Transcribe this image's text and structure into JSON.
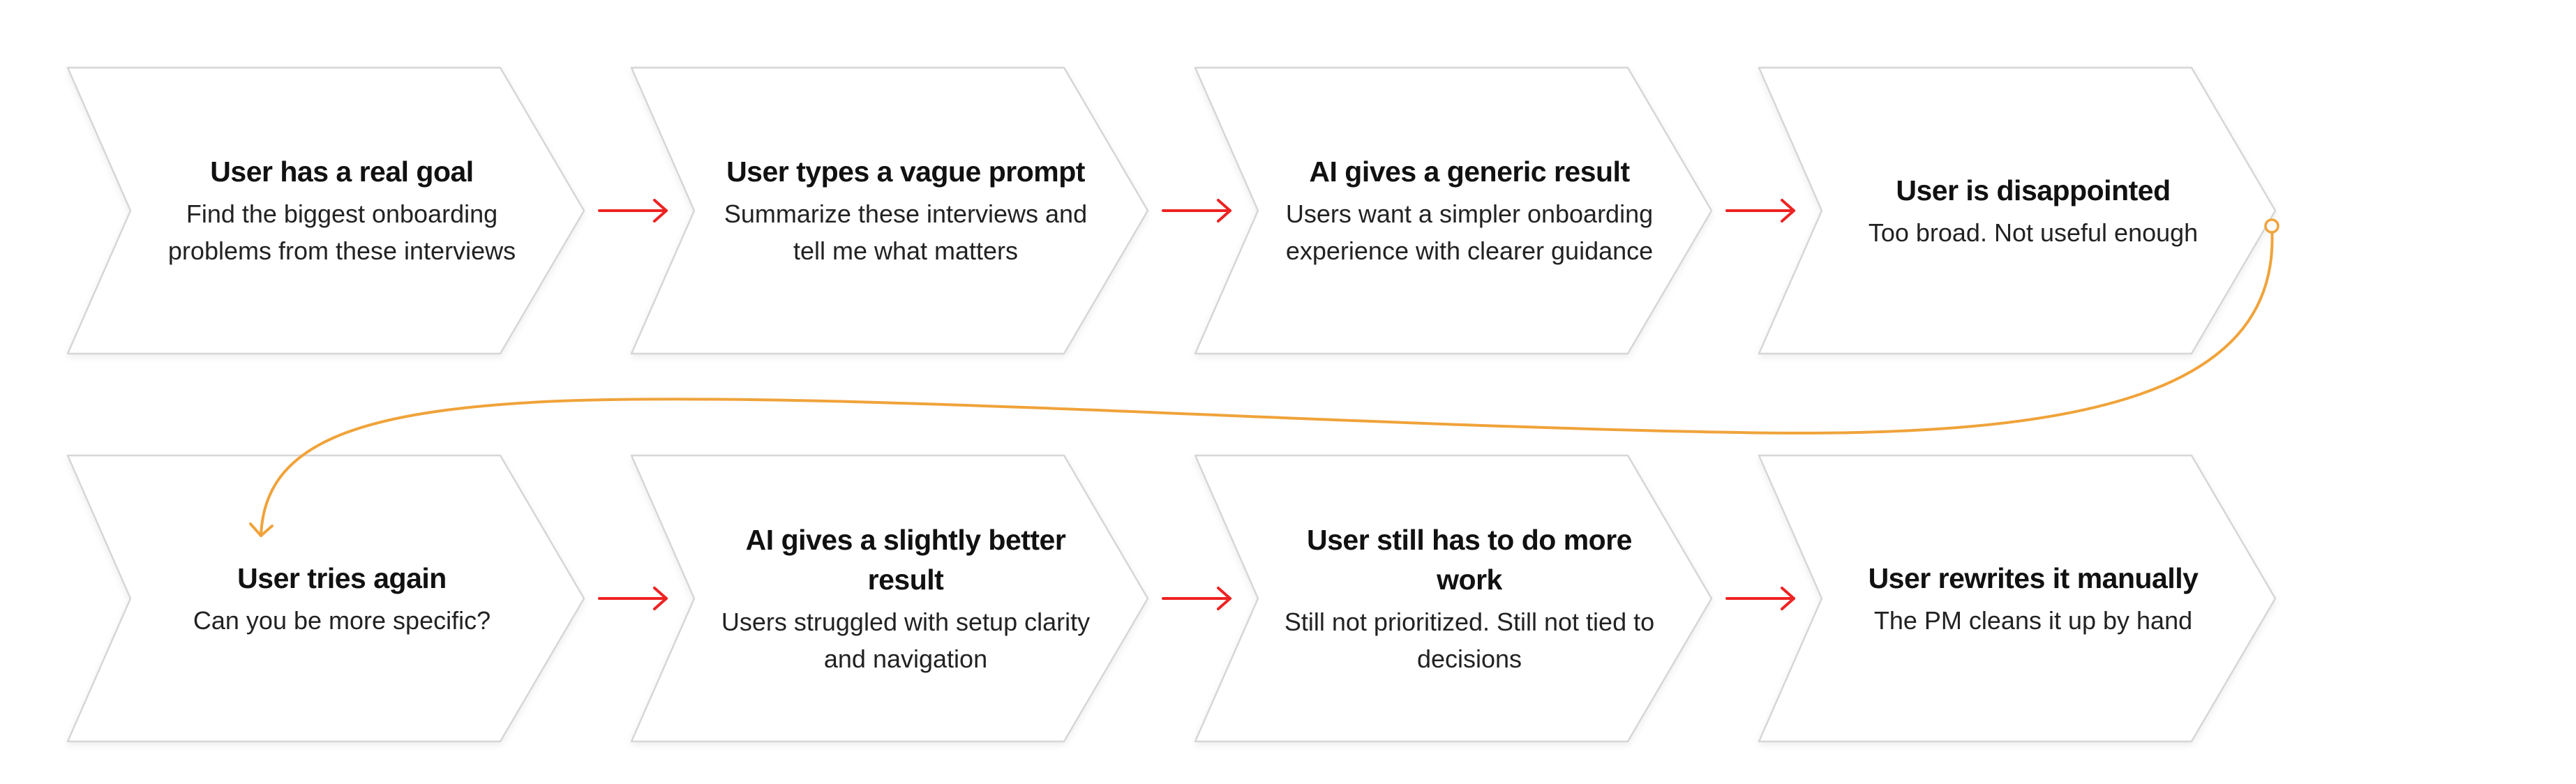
{
  "colors": {
    "card_fill": "#ffffff",
    "card_stroke": "#d6d6d6",
    "step_arrow": "#ee2222",
    "loop_arrow": "#f0a33a"
  },
  "rows": [
    {
      "steps": [
        {
          "title": "User has a real goal",
          "text": "Find the biggest onboarding problems from these interviews"
        },
        {
          "title": "User types a vague prompt",
          "text": "Summarize these interviews and tell me what matters"
        },
        {
          "title": "AI gives a generic result",
          "text": "Users want a simpler onboarding experience with clearer guidance"
        },
        {
          "title": "User is disappointed",
          "text": "Too broad. Not useful enough"
        }
      ]
    },
    {
      "steps": [
        {
          "title": "User tries again",
          "text": "Can you be more specific?"
        },
        {
          "title": "AI gives a slightly better result",
          "text": "Users struggled with setup clarity and navigation"
        },
        {
          "title": "User still has to do more work",
          "text": "Still not prioritized. Still not tied to decisions"
        },
        {
          "title": "User rewrites it manually",
          "text": "The PM cleans it up by hand"
        }
      ]
    }
  ]
}
